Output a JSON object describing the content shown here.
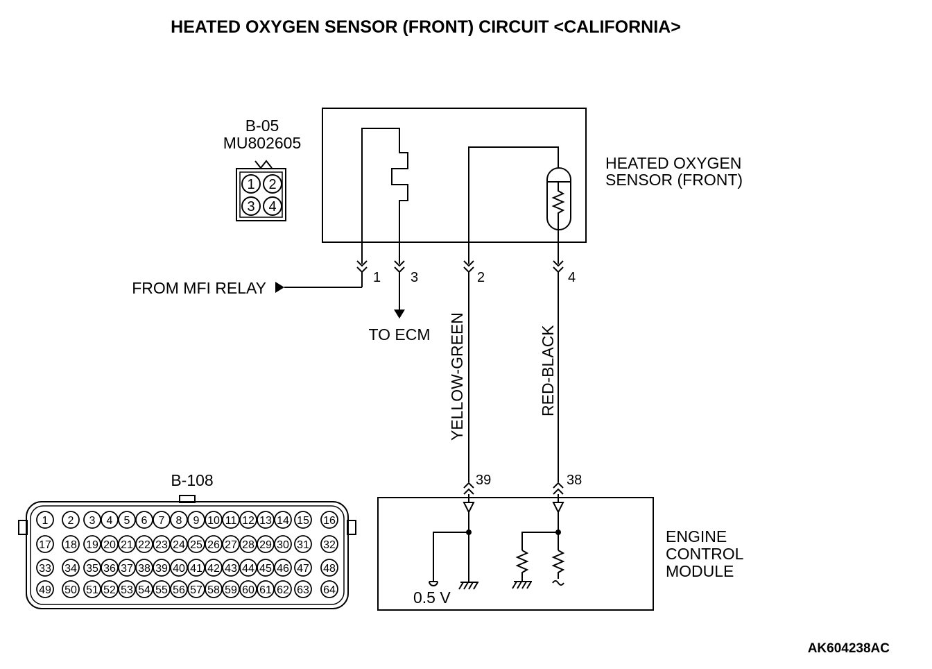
{
  "title": "HEATED OXYGEN SENSOR (FRONT) CIRCUIT <CALIFORNIA>",
  "sensor_connector": {
    "id": "B-05",
    "part_number": "MU802605",
    "pins": [
      "1",
      "2",
      "3",
      "4"
    ]
  },
  "sensor_label": [
    "HEATED OXYGEN",
    "SENSOR (FRONT)"
  ],
  "signal_labels": {
    "from_relay": "FROM MFI RELAY",
    "to_ecm": "TO ECM"
  },
  "wire_pins": {
    "p1": "1",
    "p3": "3",
    "p2": "2",
    "p4": "4",
    "p39": "39",
    "p38": "38"
  },
  "wire_colors": {
    "yellow_green": "YELLOW-GREEN",
    "red_black": "RED-BLACK"
  },
  "ecm_connector": {
    "id": "B-108",
    "rows": [
      [
        "1",
        "2",
        "3",
        "4",
        "5",
        "6",
        "7",
        "8",
        "9",
        "10",
        "11",
        "12",
        "13",
        "14",
        "15",
        "16"
      ],
      [
        "17",
        "18",
        "19",
        "20",
        "21",
        "22",
        "23",
        "24",
        "25",
        "26",
        "27",
        "28",
        "29",
        "30",
        "31",
        "32"
      ],
      [
        "33",
        "34",
        "35",
        "36",
        "37",
        "38",
        "39",
        "40",
        "41",
        "42",
        "43",
        "44",
        "45",
        "46",
        "47",
        "48"
      ],
      [
        "49",
        "50",
        "51",
        "52",
        "53",
        "54",
        "55",
        "56",
        "57",
        "58",
        "59",
        "60",
        "61",
        "62",
        "63",
        "64"
      ]
    ]
  },
  "ecm_label": [
    "ENGINE",
    "CONTROL",
    "MODULE"
  ],
  "voltage": "0.5 V",
  "figure_code": "AK604238AC"
}
